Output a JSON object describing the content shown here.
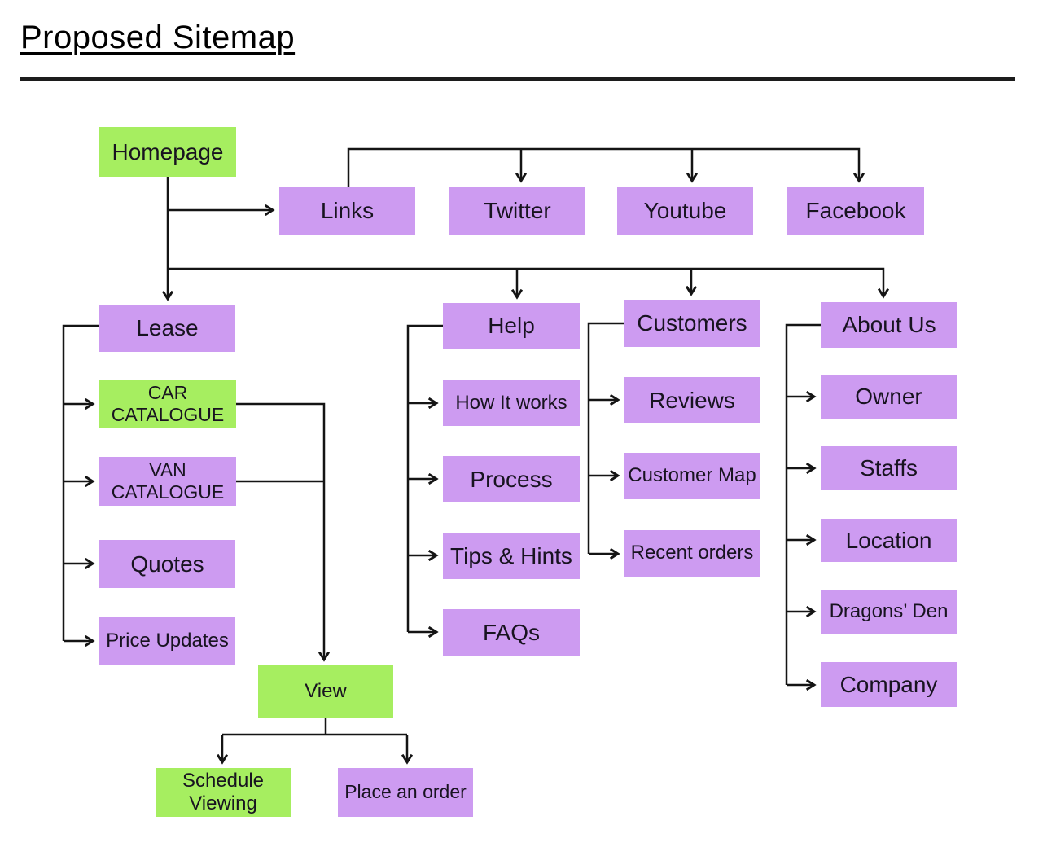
{
  "title": "Proposed Sitemap",
  "colors": {
    "node_green": "#a6ee60",
    "node_purple": "#cd9bf1",
    "line": "#141414",
    "text": "#181320"
  },
  "nodes": {
    "homepage": {
      "label": "Homepage",
      "color": "green"
    },
    "links": {
      "label": "Links",
      "color": "purple"
    },
    "twitter": {
      "label": "Twitter",
      "color": "purple"
    },
    "youtube": {
      "label": "Youtube",
      "color": "purple"
    },
    "facebook": {
      "label": "Facebook",
      "color": "purple"
    },
    "lease": {
      "label": "Lease",
      "color": "purple"
    },
    "car_catalogue": {
      "label": "CAR CATALOGUE",
      "color": "green"
    },
    "van_catalogue": {
      "label": "VAN CATALOGUE",
      "color": "purple"
    },
    "quotes": {
      "label": "Quotes",
      "color": "purple"
    },
    "price_updates": {
      "label": "Price Updates",
      "color": "purple"
    },
    "view": {
      "label": "View",
      "color": "green"
    },
    "schedule_viewing": {
      "label": "Schedule Viewing",
      "color": "green"
    },
    "place_an_order": {
      "label": "Place an order",
      "color": "purple"
    },
    "help": {
      "label": "Help",
      "color": "purple"
    },
    "how_it_works": {
      "label": "How It works",
      "color": "purple"
    },
    "process": {
      "label": "Process",
      "color": "purple"
    },
    "tips_and_hints": {
      "label": "Tips & Hints",
      "color": "purple"
    },
    "faqs": {
      "label": "FAQs",
      "color": "purple"
    },
    "customers": {
      "label": "Customers",
      "color": "purple"
    },
    "reviews": {
      "label": "Reviews",
      "color": "purple"
    },
    "customer_map": {
      "label": "Customer Map",
      "color": "purple"
    },
    "recent_orders": {
      "label": "Recent orders",
      "color": "purple"
    },
    "about_us": {
      "label": "About Us",
      "color": "purple"
    },
    "owner": {
      "label": "Owner",
      "color": "purple"
    },
    "staffs": {
      "label": "Staffs",
      "color": "purple"
    },
    "location": {
      "label": "Location",
      "color": "purple"
    },
    "dragons_den": {
      "label": "Dragons’ Den",
      "color": "purple"
    },
    "company": {
      "label": "Company",
      "color": "purple"
    }
  }
}
